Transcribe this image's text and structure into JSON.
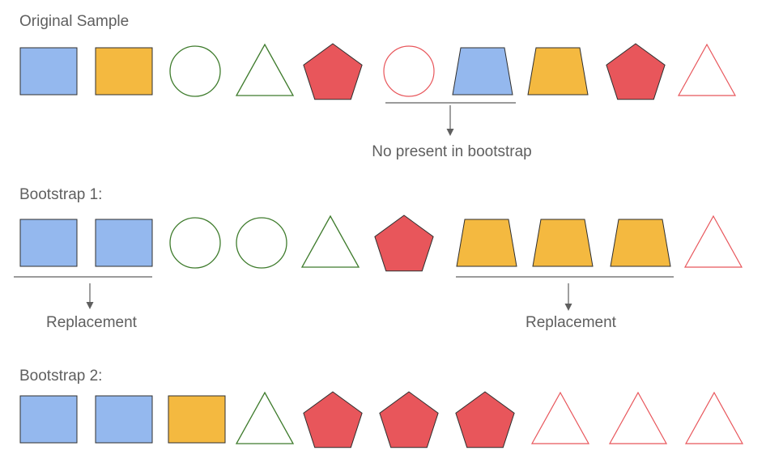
{
  "colors": {
    "blue": "#94b8ee",
    "yellow": "#f4b940",
    "red": "#e8565b",
    "green": "#3e7b2c",
    "red_outline": "#e8565b",
    "line": "#5f5f5f",
    "label": "#5f5f5f"
  },
  "rows": [
    {
      "title": "Original Sample",
      "shapes": [
        {
          "shape": "square",
          "style": "blue"
        },
        {
          "shape": "square",
          "style": "yellow"
        },
        {
          "shape": "circle",
          "style": "green-outline"
        },
        {
          "shape": "triangle",
          "style": "green-outline"
        },
        {
          "shape": "pentagon",
          "style": "red"
        },
        {
          "shape": "circle",
          "style": "red-outline"
        },
        {
          "shape": "trapezoid",
          "style": "blue"
        },
        {
          "shape": "trapezoid",
          "style": "yellow"
        },
        {
          "shape": "pentagon",
          "style": "red"
        },
        {
          "shape": "triangle",
          "style": "red-outline"
        }
      ]
    },
    {
      "title": "Bootstrap 1:",
      "shapes": [
        {
          "shape": "square",
          "style": "blue"
        },
        {
          "shape": "square",
          "style": "blue"
        },
        {
          "shape": "circle",
          "style": "green-outline"
        },
        {
          "shape": "circle",
          "style": "green-outline"
        },
        {
          "shape": "triangle",
          "style": "green-outline"
        },
        {
          "shape": "pentagon",
          "style": "red"
        },
        {
          "shape": "trapezoid",
          "style": "yellow"
        },
        {
          "shape": "trapezoid",
          "style": "yellow"
        },
        {
          "shape": "trapezoid",
          "style": "yellow"
        },
        {
          "shape": "triangle",
          "style": "red-outline"
        }
      ]
    },
    {
      "title": "Bootstrap 2:",
      "shapes": [
        {
          "shape": "square",
          "style": "blue"
        },
        {
          "shape": "square",
          "style": "blue"
        },
        {
          "shape": "square",
          "style": "yellow"
        },
        {
          "shape": "triangle",
          "style": "green-outline"
        },
        {
          "shape": "pentagon",
          "style": "red"
        },
        {
          "shape": "pentagon",
          "style": "red"
        },
        {
          "shape": "pentagon",
          "style": "red"
        },
        {
          "shape": "triangle",
          "style": "red-outline"
        },
        {
          "shape": "triangle",
          "style": "red-outline"
        },
        {
          "shape": "triangle",
          "style": "red-outline"
        }
      ]
    }
  ],
  "annotations": {
    "not_present": "No present in bootstrap",
    "replacement_left": "Replacement",
    "replacement_right": "Replacement"
  }
}
